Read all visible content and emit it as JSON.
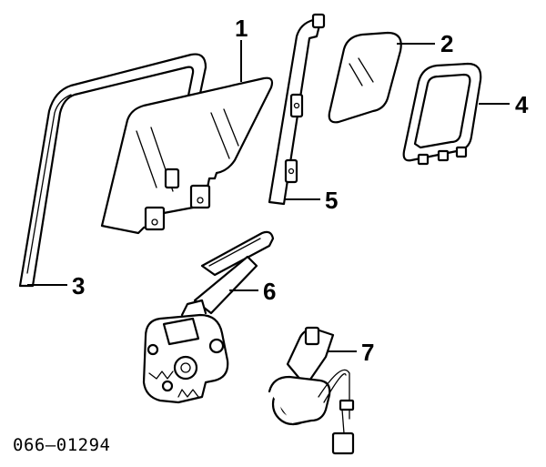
{
  "figure": {
    "code": "066–01294",
    "callouts": [
      {
        "id": "1",
        "label": "1"
      },
      {
        "id": "2",
        "label": "2"
      },
      {
        "id": "3",
        "label": "3"
      },
      {
        "id": "4",
        "label": "4"
      },
      {
        "id": "5",
        "label": "5"
      },
      {
        "id": "6",
        "label": "6"
      },
      {
        "id": "7",
        "label": "7"
      }
    ]
  }
}
